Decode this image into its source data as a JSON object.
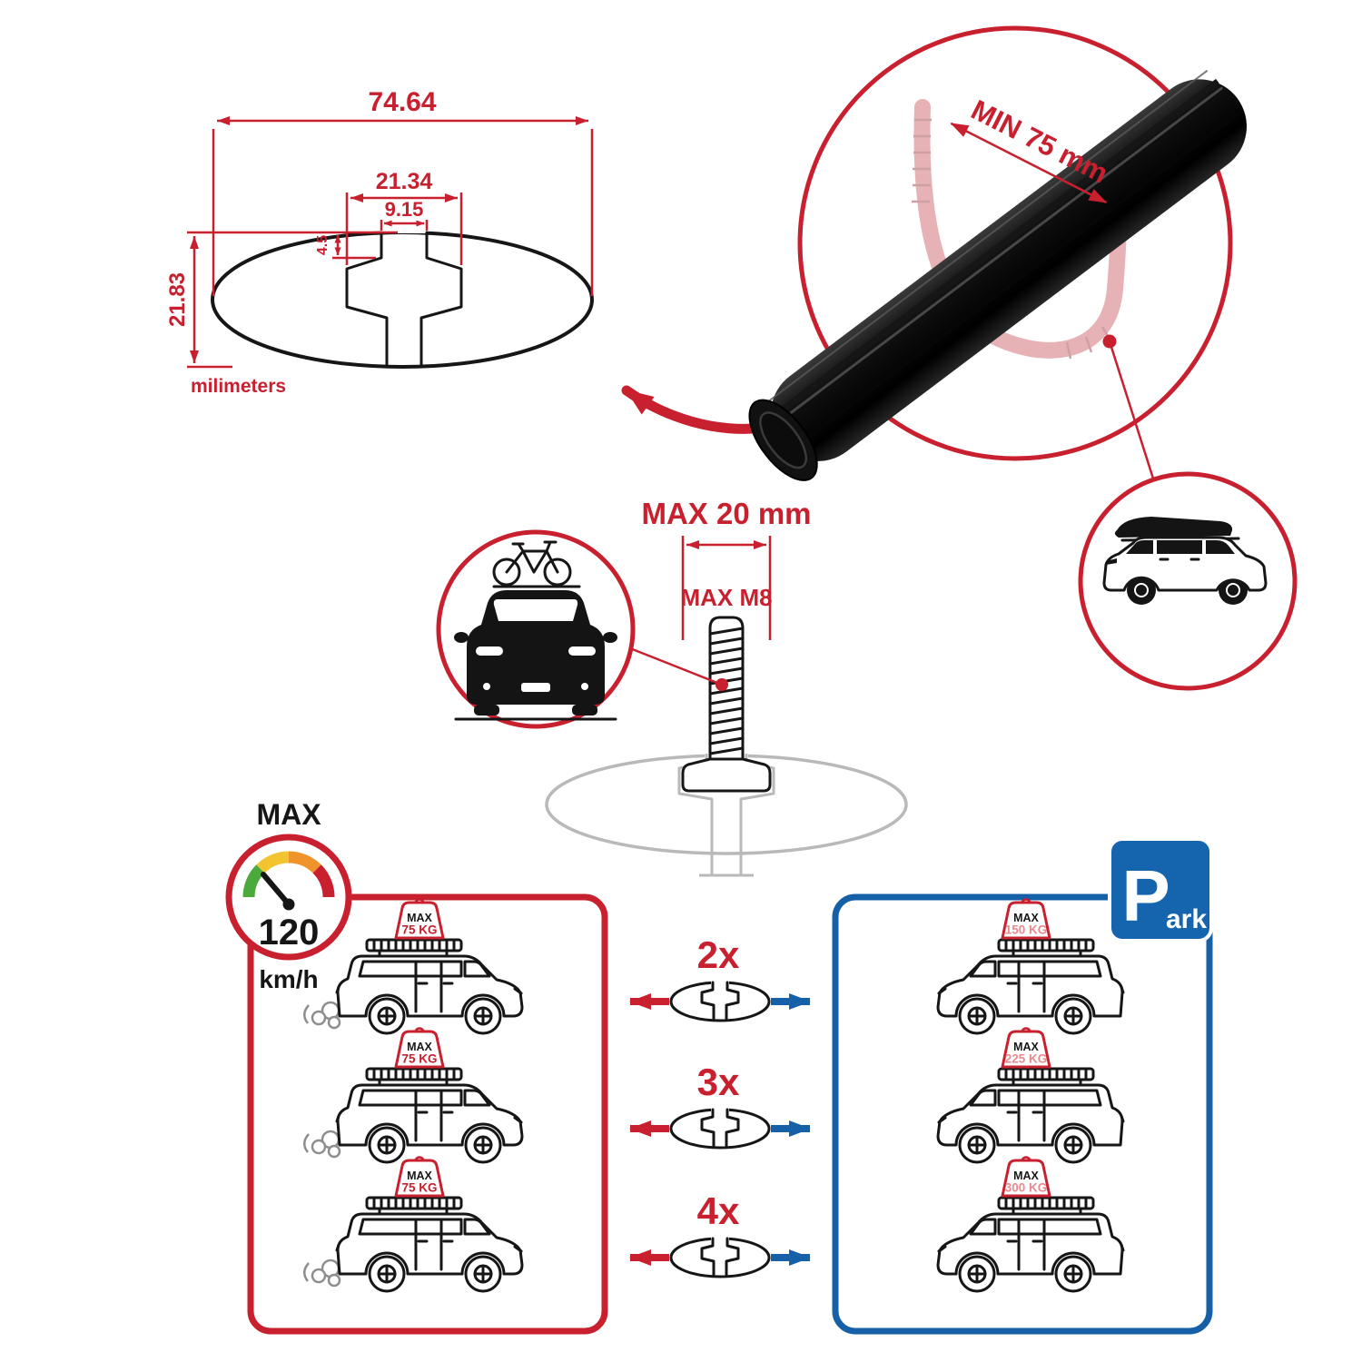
{
  "colors": {
    "red": "#C8202F",
    "red_soft": "#E98A8F",
    "blue": "#1660A8",
    "sign_blue": "#1565AE",
    "ghost_gray": "#B9B9B9",
    "ghost_pink": "#E6B2B6",
    "gauge_green": "#4CA93C",
    "gauge_yellow": "#F2C430",
    "gauge_orange": "#F0932B"
  },
  "cross_section": {
    "width_total": "74.64",
    "slot_width": "21.34",
    "opening_width": "9.15",
    "lip_depth": "4.5",
    "height": "21.83",
    "units_label": "milimeters"
  },
  "bar_detail": {
    "min_span": "MIN 75 mm"
  },
  "bolt": {
    "max_width": "MAX 20 mm",
    "max_thread": "MAX M8"
  },
  "speed": {
    "label": "MAX",
    "value": "120",
    "unit": "km/h"
  },
  "park": {
    "letter": "P",
    "suffix": "ark"
  },
  "rows": [
    {
      "multiplier": "2x",
      "driving": {
        "max": "MAX",
        "kg": "75 KG"
      },
      "parked": {
        "max": "MAX",
        "kg": "150 KG"
      }
    },
    {
      "multiplier": "3x",
      "driving": {
        "max": "MAX",
        "kg": "75 KG"
      },
      "parked": {
        "max": "MAX",
        "kg": "225 KG"
      }
    },
    {
      "multiplier": "4x",
      "driving": {
        "max": "MAX",
        "kg": "75 KG"
      },
      "parked": {
        "max": "MAX",
        "kg": "300 KG"
      }
    }
  ],
  "icons": {
    "speedometer": "gauge arc with needle",
    "park_sign": "blue square parking sign",
    "crossbar_profile": "oval bar cross-section with t-slot",
    "t_bolt": "threaded stud with t-head",
    "suv_roofbox": "suv with roof box in circle",
    "car_with_bike": "front view car with bike on roof",
    "exhaust_puffs": "motion smoke clouds"
  }
}
